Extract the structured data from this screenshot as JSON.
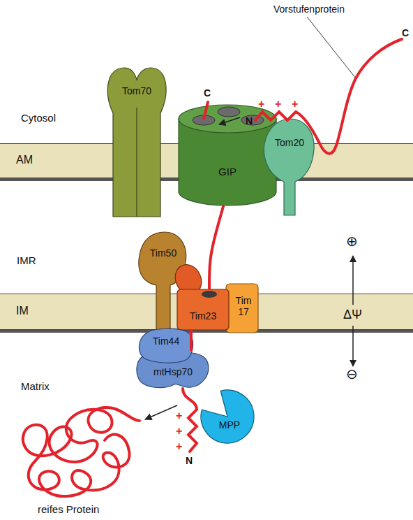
{
  "diagram": {
    "nodes": [
      {
        "text": [
          "Tom70"
        ]
      },
      {
        "text": [
          "GIP"
        ]
      },
      {
        "text": [
          "Tom20"
        ]
      },
      {
        "text": [
          "AM"
        ]
      },
      {
        "text": [
          "Tim50"
        ]
      },
      {
        "text": [
          "Tim23"
        ]
      },
      {
        "text": [
          "Tim 17"
        ]
      },
      {
        "text": [
          "IM"
        ]
      },
      {
        "text": [
          "Tim44"
        ]
      },
      {
        "text": [
          "mtHsp70"
        ]
      },
      {
        "text": [
          "MPP"
        ]
      }
    ],
    "edges": [
      {
        "from": 1,
        "to": 5,
        "arrow": "none"
      }
    ],
    "labels": [
      "Vorstufenprotein",
      "C",
      "Cytosol",
      "+",
      "+",
      "+",
      "N",
      "C",
      "IMR",
      "⊕",
      "ΔΨ",
      "⊖",
      "Matrix",
      "+",
      "+",
      "+",
      "N",
      "reifes Protein"
    ]
  }
}
